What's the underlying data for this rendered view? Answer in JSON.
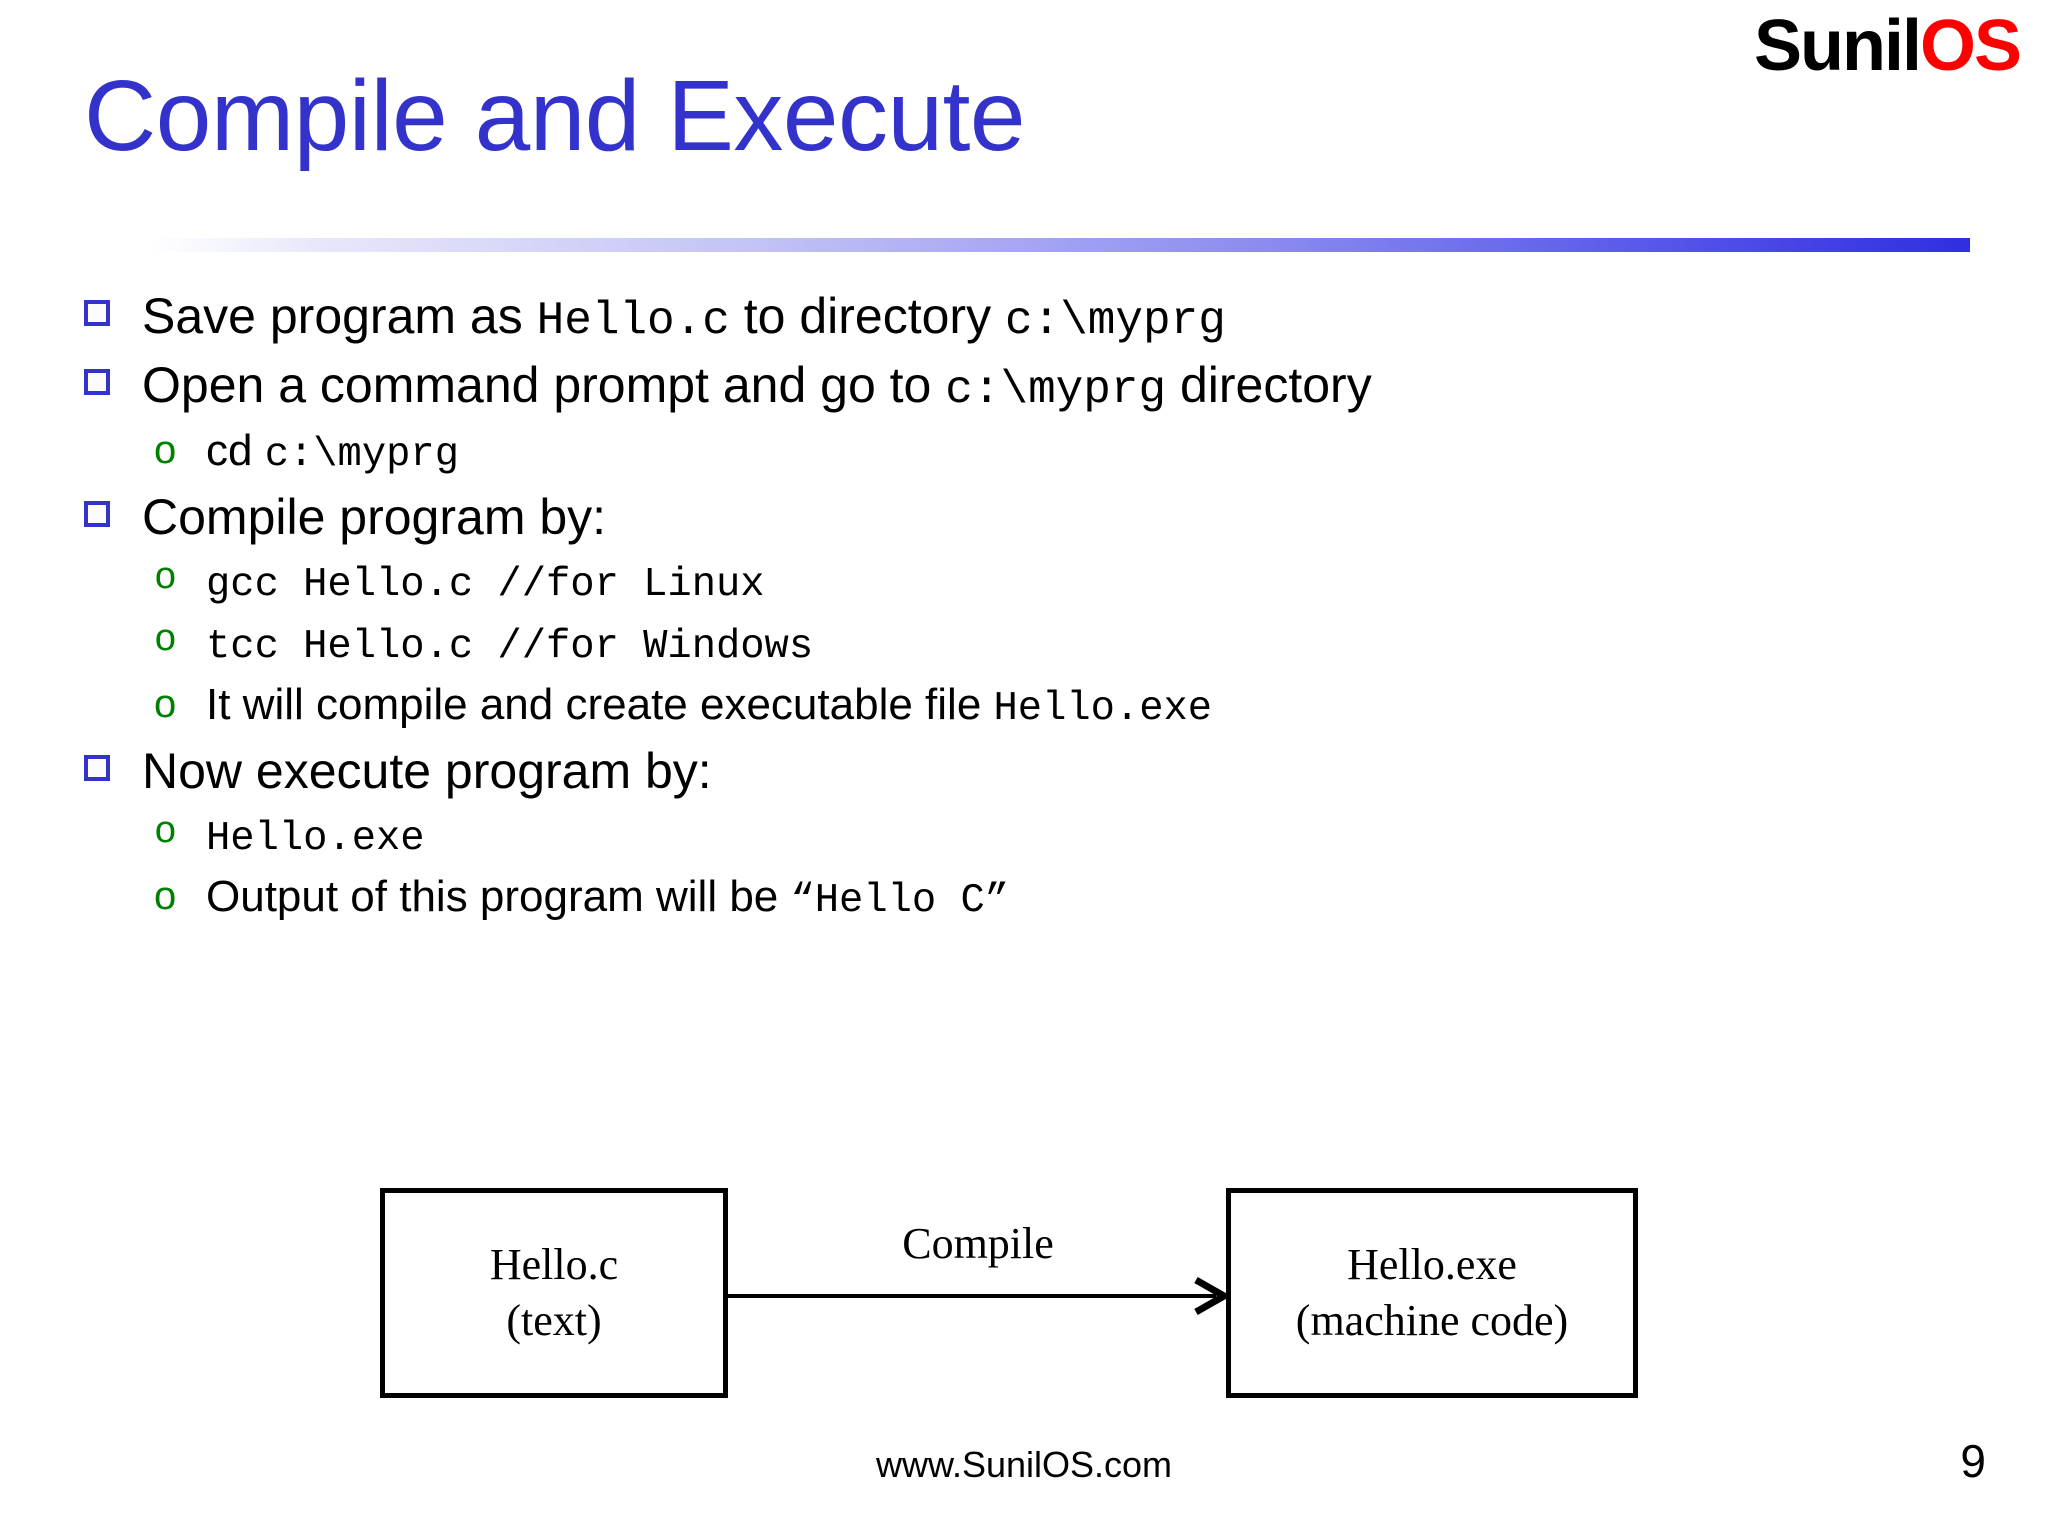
{
  "logo": {
    "part1": "Sunil",
    "part2": "OS",
    "part1_color": "#000000",
    "part2_color": "#ff0000"
  },
  "title": {
    "text": "Compile and Execute",
    "color": "#3333cc"
  },
  "colors": {
    "bullet_square": "#3333cc",
    "sub_bullet": "#008000",
    "rule_gradient_end": "#2f2fe0"
  },
  "bullets": [
    {
      "level": 1,
      "marker": "square-bullet",
      "segments": [
        {
          "style": "sans",
          "text": "Save program as "
        },
        {
          "style": "mono",
          "text": "Hello.c"
        },
        {
          "style": "sans",
          "text": " to directory "
        },
        {
          "style": "mono",
          "text": "c:\\myprg"
        }
      ]
    },
    {
      "level": 1,
      "marker": "square-bullet",
      "segments": [
        {
          "style": "sans",
          "text": "Open a command prompt and go to "
        },
        {
          "style": "mono",
          "text": "c:\\myprg"
        },
        {
          "style": "sans",
          "text": "  directory"
        }
      ]
    },
    {
      "level": 2,
      "marker": "o",
      "segments": [
        {
          "style": "sans",
          "text": "cd "
        },
        {
          "style": "mono",
          "text": "c:\\myprg"
        }
      ]
    },
    {
      "level": 1,
      "marker": "square-bullet",
      "segments": [
        {
          "style": "sans",
          "text": "Compile program by:"
        }
      ]
    },
    {
      "level": 2,
      "marker": "o",
      "mono_marker": true,
      "segments": [
        {
          "style": "mono",
          "text": "gcc Hello.c  //for Linux"
        }
      ]
    },
    {
      "level": 2,
      "marker": "o",
      "mono_marker": true,
      "segments": [
        {
          "style": "mono",
          "text": "tcc Hello.c  //for Windows"
        }
      ]
    },
    {
      "level": 2,
      "marker": "o",
      "segments": [
        {
          "style": "sans",
          "text": "It will compile and create executable file "
        },
        {
          "style": "mono",
          "text": "Hello.exe"
        }
      ]
    },
    {
      "level": 1,
      "marker": "square-bullet",
      "segments": [
        {
          "style": "sans",
          "text": "Now execute program by:"
        }
      ]
    },
    {
      "level": 2,
      "marker": "o",
      "mono_marker": true,
      "segments": [
        {
          "style": "mono",
          "text": "Hello.exe"
        }
      ]
    },
    {
      "level": 2,
      "marker": "o",
      "segments": [
        {
          "style": "sans",
          "text": "Output of this program will be "
        },
        {
          "style": "mono",
          "text": "“Hello C”"
        }
      ]
    }
  ],
  "diagram": {
    "left_box": {
      "line1": "Hello.c",
      "line2": "(text)"
    },
    "right_box": {
      "line1": "Hello.exe",
      "line2": "(machine code)"
    },
    "arrow_label": "Compile"
  },
  "footer": {
    "url": "www.SunilOS.com",
    "page_number": "9"
  }
}
